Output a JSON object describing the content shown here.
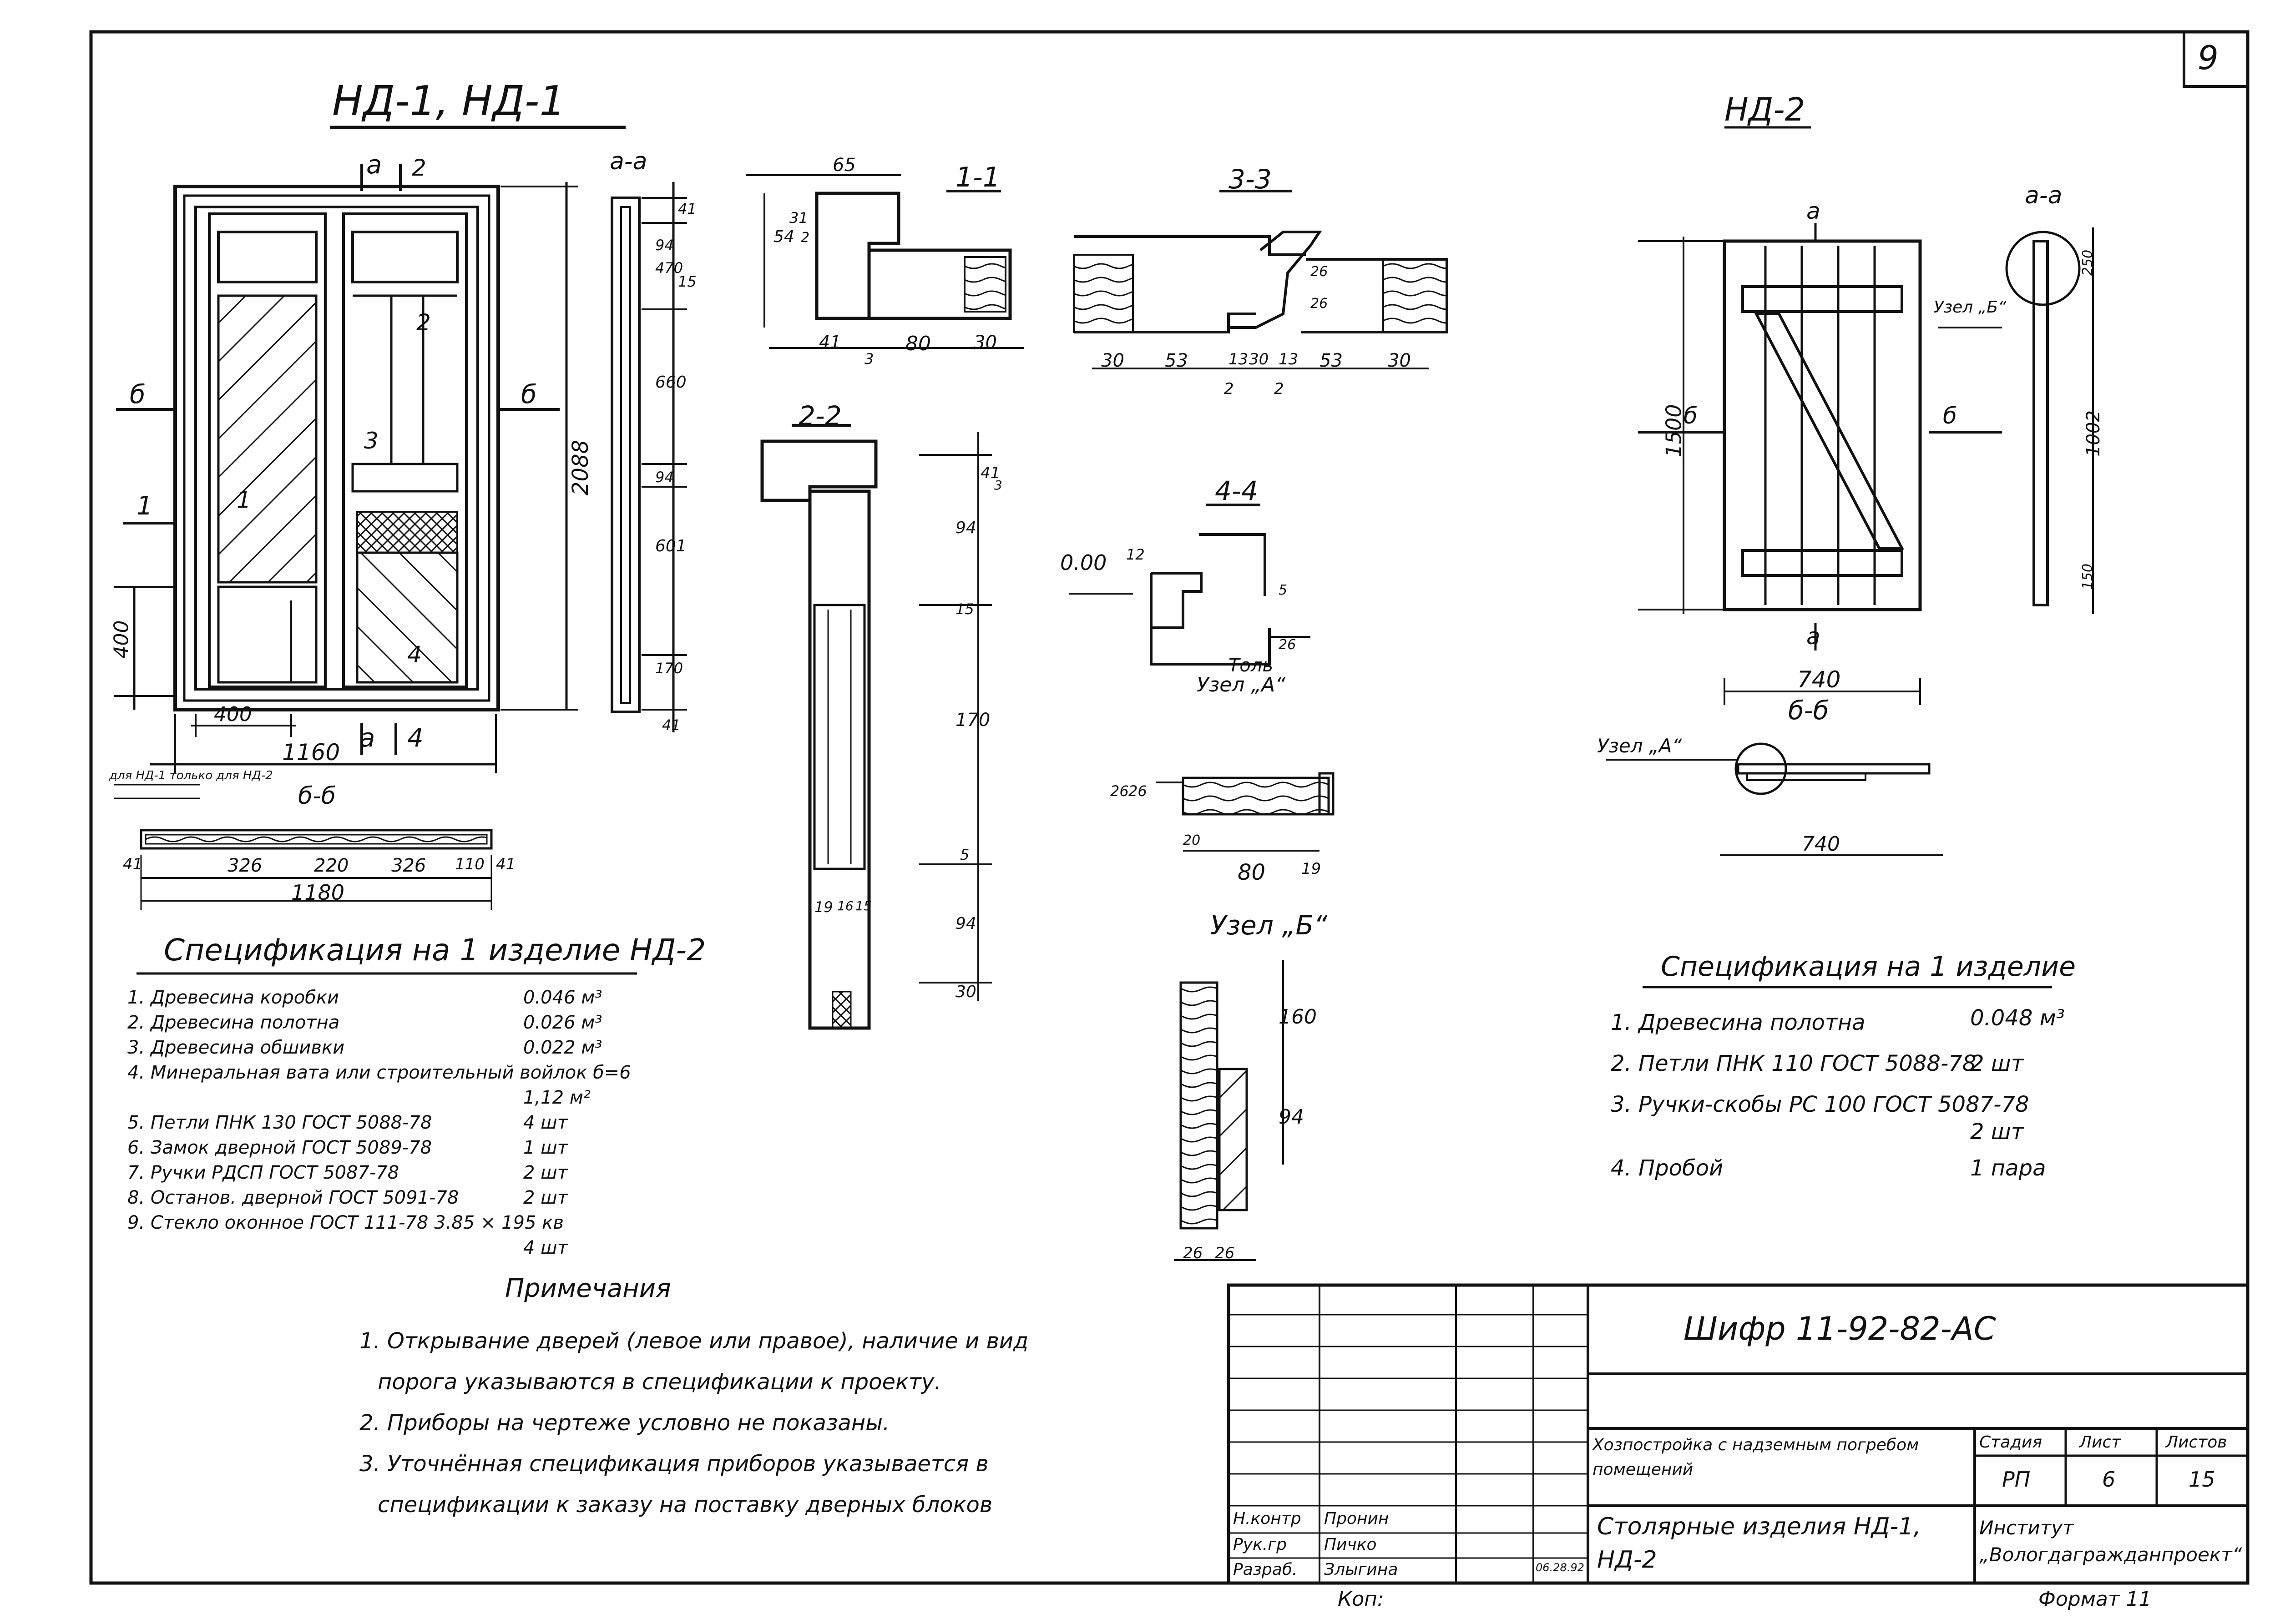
{
  "sheet_number": "9",
  "titles": {
    "nd1": "НД-1, НД-1",
    "nd2": "НД-2"
  },
  "section_labels": {
    "aa_left": "а-а",
    "s11": "1-1",
    "s22": "2-2",
    "s33": "3-3",
    "s44": "4-4",
    "aa_right": "а-а",
    "bb_left": "б-б",
    "bb_right": "б-б",
    "node_a_left": "Узел „А“",
    "node_b_left": "Узел „Б“",
    "node_b_right": "Узел „Б“",
    "node_a_right": "Узел „А“"
  },
  "marks": {
    "a": "а",
    "b": "б",
    "one": "1",
    "two": "2",
    "three": "3",
    "four": "4"
  },
  "dims_nd1": {
    "w_1160": "1160",
    "w_400": "400",
    "h_400": "400",
    "h_2088": "2088",
    "plan_1180": "1180",
    "plan_326a": "326",
    "plan_220": "220",
    "plan_326b": "326",
    "plan_110": "110",
    "plan_41a": "41",
    "plan_41b": "41",
    "plan_note": "для НД-1 только для НД-2"
  },
  "dims_aa": [
    "41",
    "94",
    "470",
    "15",
    "660",
    "94",
    "601",
    "170",
    "41"
  ],
  "dims_11": {
    "top": "65",
    "h54": "54",
    "h31": "31",
    "h2": "2",
    "b41": "41",
    "b3": "3",
    "b80": "80",
    "b30": "30"
  },
  "dims_22": {
    "d41": "41",
    "d3": "3",
    "d94a": "94",
    "d15": "15",
    "d170": "170",
    "d5": "5",
    "d94b": "94",
    "d30": "30",
    "b19": "19",
    "b16": "16",
    "b15": "15"
  },
  "dims_33": {
    "d30a": "30",
    "d53a": "53",
    "d13": "13",
    "d30b": "30",
    "d13b": "13",
    "d53b": "53",
    "d30c": "30",
    "d2a": "2",
    "d2b": "2",
    "v26": "26",
    "v26b": "26"
  },
  "dims_44": {
    "level": "0.00",
    "d12": "12",
    "d5": "5",
    "d26": "26",
    "label": "Толь"
  },
  "dims_nodeA": {
    "d26": "26",
    "d26b": "26",
    "d20": "20",
    "d80": "80",
    "d19": "19"
  },
  "dims_nodeB": {
    "d160": "160",
    "d94": "94",
    "d26a": "26",
    "d26b": "26"
  },
  "dims_nd2": {
    "h1500": "1500",
    "h1002": "1002",
    "w740": "740",
    "w740b": "740",
    "aa_top": "250",
    "aa_bot": "150"
  },
  "spec_nd2": {
    "title": "Спецификация на 1 изделие НД-2",
    "items": [
      {
        "text": "1. Древесина коробки",
        "value": "0.046 м³"
      },
      {
        "text": "2. Древесина полотна",
        "value": "0.026 м³"
      },
      {
        "text": "3. Древесина обшивки",
        "value": "0.022 м³"
      },
      {
        "text": "4. Минеральная вата или строительный войлок б=6",
        "value": "1,12 м²"
      },
      {
        "text": "5. Петли ПНК 130 ГОСТ 5088-78",
        "value": "4 шт"
      },
      {
        "text": "6. Замок дверной ГОСТ 5089-78",
        "value": "1 шт"
      },
      {
        "text": "7. Ручки РДСП ГОСТ 5087-78",
        "value": "2 шт"
      },
      {
        "text": "8. Останов. дверной ГОСТ 5091-78",
        "value": "2 шт"
      },
      {
        "text": "9. Стекло оконное ГОСТ 111-78 3.85 × 195 кв",
        "value": "4 шт"
      }
    ]
  },
  "spec_nd1": {
    "title": "Спецификация на 1 изделие",
    "items": [
      {
        "text": "1. Древесина полотна",
        "value": "0.048 м³"
      },
      {
        "text": "2. Петли ПНК 110 ГОСТ 5088-78",
        "value": "2 шт"
      },
      {
        "text": "3. Ручки-скобы РС 100 ГОСТ 5087-78",
        "value": "2 шт"
      },
      {
        "text": "4. Пробой",
        "value": "1 пара"
      }
    ]
  },
  "notes": {
    "title": "Примечания",
    "lines": [
      "1. Открывание дверей (левое или правое), наличие и вид",
      "порога указываются в спецификации к проекту.",
      "2. Приборы на чертеже условно не показаны.",
      "3. Уточнённая спецификация приборов указывается в",
      "спецификации к заказу на поставку дверных блоков"
    ]
  },
  "title_block": {
    "code": "Шифр 11-92-82-АС",
    "project": "Хозпостройка с надземным погребом помещений",
    "sheet_title": "Столярные изделия НД-1, НД-2",
    "stage_label": "Стадия",
    "sheet_label": "Лист",
    "sheets_label": "Листов",
    "stage": "РП",
    "sheet": "6",
    "sheets": "15",
    "org": "Институт „Вологдагражданпроект“",
    "roles": [
      {
        "role": "Н.контр",
        "name": "Пронин"
      },
      {
        "role": "Рук.гр",
        "name": "Пичко"
      },
      {
        "role": "Разраб.",
        "name": "Злыгина"
      }
    ],
    "date": "06.28.92",
    "copy_label": "Коп:",
    "format_label": "Формат 11"
  }
}
